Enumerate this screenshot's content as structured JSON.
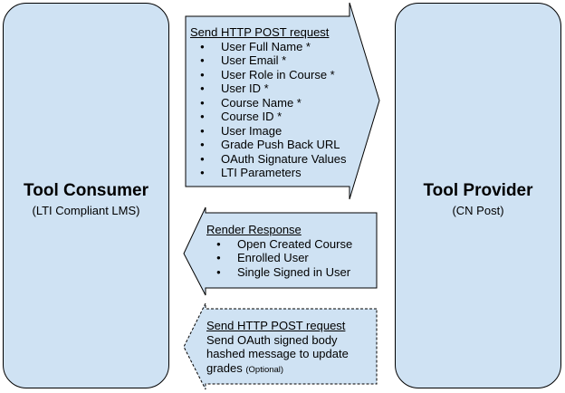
{
  "consumer": {
    "title": "Tool Consumer",
    "subtitle": "(LTI Compliant LMS)"
  },
  "provider": {
    "title": "Tool Provider",
    "subtitle": "(CN Post)"
  },
  "request": {
    "header": "Send HTTP POST request",
    "items": [
      "User Full Name *",
      "User Email *",
      "User Role in Course *",
      "User ID *",
      "Course Name *",
      "Course ID *",
      "User Image",
      "Grade Push Back URL",
      "OAuth Signature Values",
      "LTI Parameters"
    ]
  },
  "response": {
    "header": "Render Response",
    "items": [
      "Open Created Course",
      "Enrolled User",
      "Single Signed in User"
    ]
  },
  "grade_push": {
    "header": "Send HTTP POST request",
    "line1": "Send OAuth signed body",
    "line2": "hashed message to update",
    "line3": "grades",
    "note": "(Optional)"
  },
  "colors": {
    "fill": "#cfe2f3",
    "stroke": "#000000"
  }
}
